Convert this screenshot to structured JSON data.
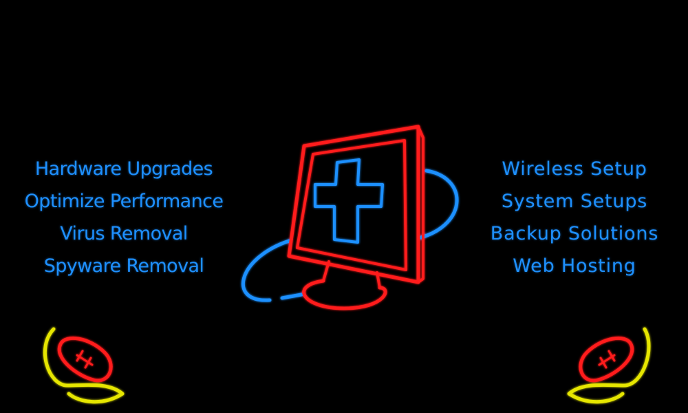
{
  "colors": {
    "background": "#000000",
    "neon_blue": "#1e90ff",
    "neon_red": "#ff1a1a",
    "neon_yellow": "#e6e600"
  },
  "services_left": [
    "Hardware Upgrades",
    "Optimize Performance",
    "Virus Removal",
    "Spyware Removal"
  ],
  "services_right": [
    "Wireless Setup",
    "System Setups",
    "Backup Solutions",
    "Web Hosting"
  ],
  "icons": {
    "center": "computer-monitor-medical-cross-icon",
    "bottom_left": "computer-mouse-icon",
    "bottom_right": "computer-mouse-icon"
  }
}
